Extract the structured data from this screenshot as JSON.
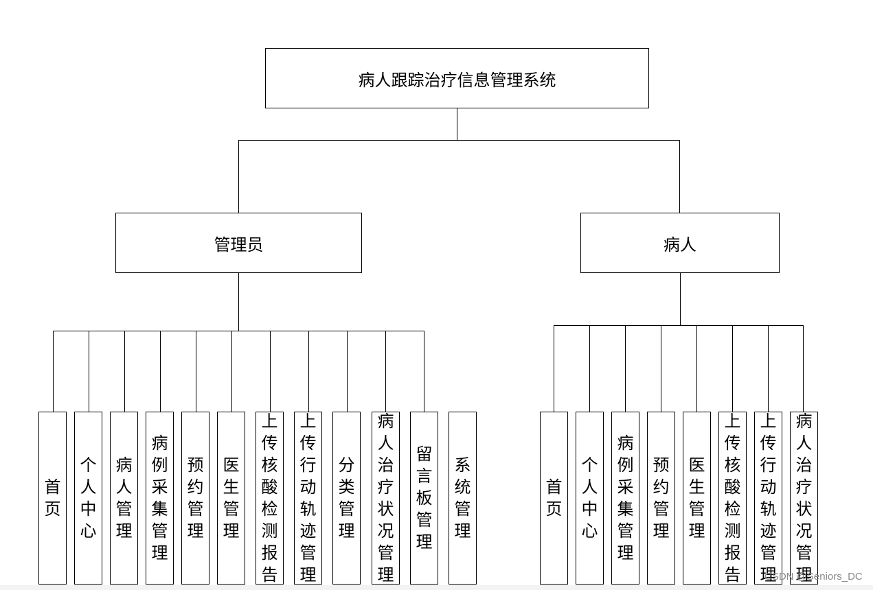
{
  "root": {
    "label": "病人跟踪治疗信息管理系统"
  },
  "branches": [
    {
      "label": "管理员",
      "items": [
        "首页",
        "个人中心",
        "病人管理",
        "病例采集管理",
        "预约管理",
        "医生管理",
        "上传核酸检测报告",
        "上传行动轨迹管理",
        "分类管理",
        "病人治疗状况管理",
        "留言板管理",
        "系统管理"
      ]
    },
    {
      "label": "病人",
      "items": [
        "首页",
        "个人中心",
        "病例采集管理",
        "预约管理",
        "医生管理",
        "上传核酸检测报告",
        "上传行动轨迹管理",
        "病人治疗状况管理"
      ]
    }
  ],
  "watermark": "CSDN @Seniors_DC"
}
